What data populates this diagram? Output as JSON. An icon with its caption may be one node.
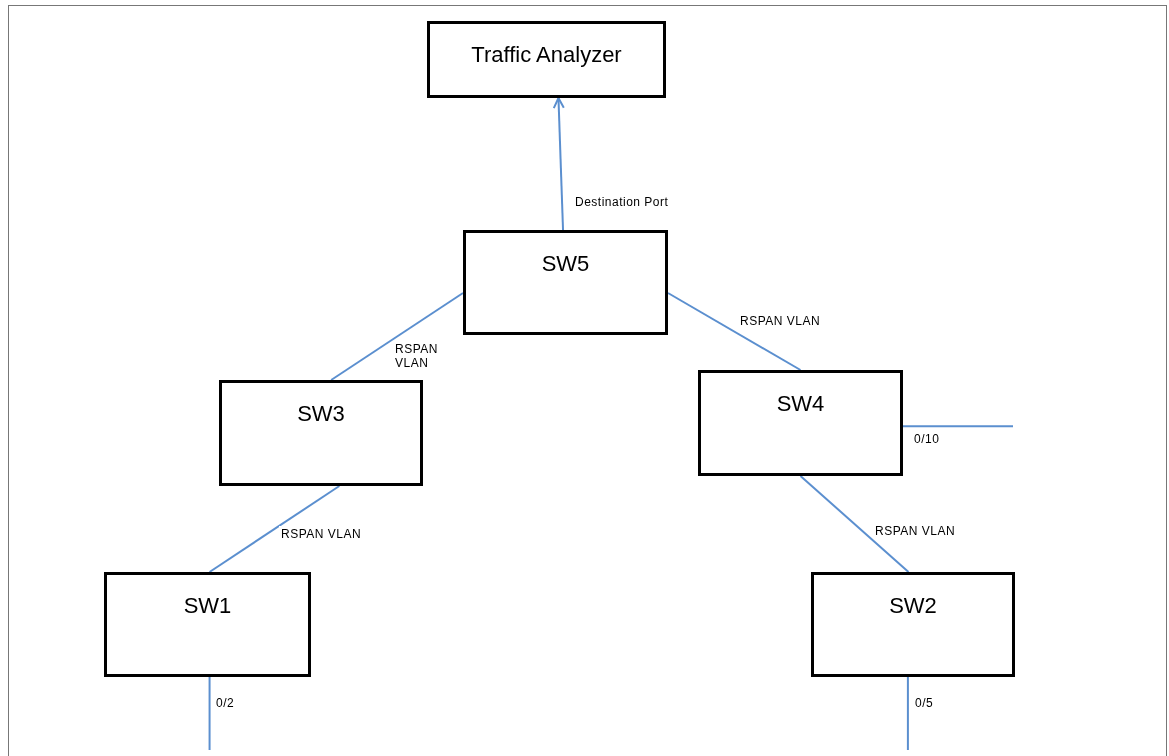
{
  "diagram": {
    "nodes": [
      {
        "text": [
          "Traffic Analyzer"
        ]
      },
      {
        "text": [
          "SW5"
        ]
      },
      {
        "text": [
          "SW3"
        ]
      },
      {
        "text": [
          "SW4"
        ]
      },
      {
        "text": [
          "SW1"
        ]
      },
      {
        "text": [
          "SW2"
        ]
      }
    ],
    "edges": [
      {
        "from": 1,
        "to": 0,
        "arrow": "to",
        "label": "Destination Port"
      },
      {
        "from": 1,
        "to": 2,
        "arrow": "none",
        "label": "RSPAN VLAN"
      },
      {
        "from": 1,
        "to": 3,
        "arrow": "none",
        "label": "RSPAN VLAN"
      },
      {
        "from": 2,
        "to": 4,
        "arrow": "none",
        "label": "RSPAN VLAN"
      },
      {
        "from": 3,
        "to": 5,
        "arrow": "none",
        "label": "RSPAN VLAN"
      },
      {
        "from": 3,
        "to": null,
        "arrow": "none",
        "label": "0/10"
      },
      {
        "from": 4,
        "to": null,
        "arrow": "none",
        "label": "0/2"
      },
      {
        "from": 5,
        "to": null,
        "arrow": "none",
        "label": "0/5"
      }
    ]
  }
}
